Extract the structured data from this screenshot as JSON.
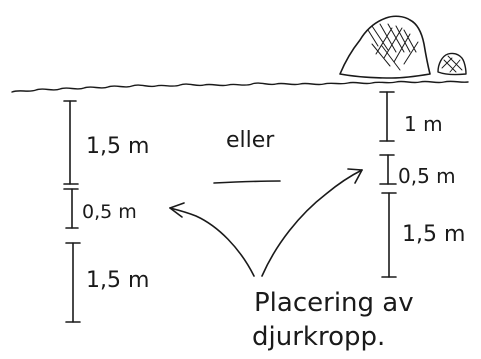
{
  "diagram": {
    "water_surface_icon": "wavy-line",
    "rock_icon": "rock-with-hatching",
    "left_column": {
      "top": "1,5 m",
      "middle": "0,5 m",
      "bottom": "1,5 m"
    },
    "right_column": {
      "top": "1 m",
      "middle": "0,5 m",
      "bottom": "1,5 m"
    },
    "or_label": "eller",
    "placement_line1": "Placering av",
    "placement_line2": "djurkropp."
  }
}
